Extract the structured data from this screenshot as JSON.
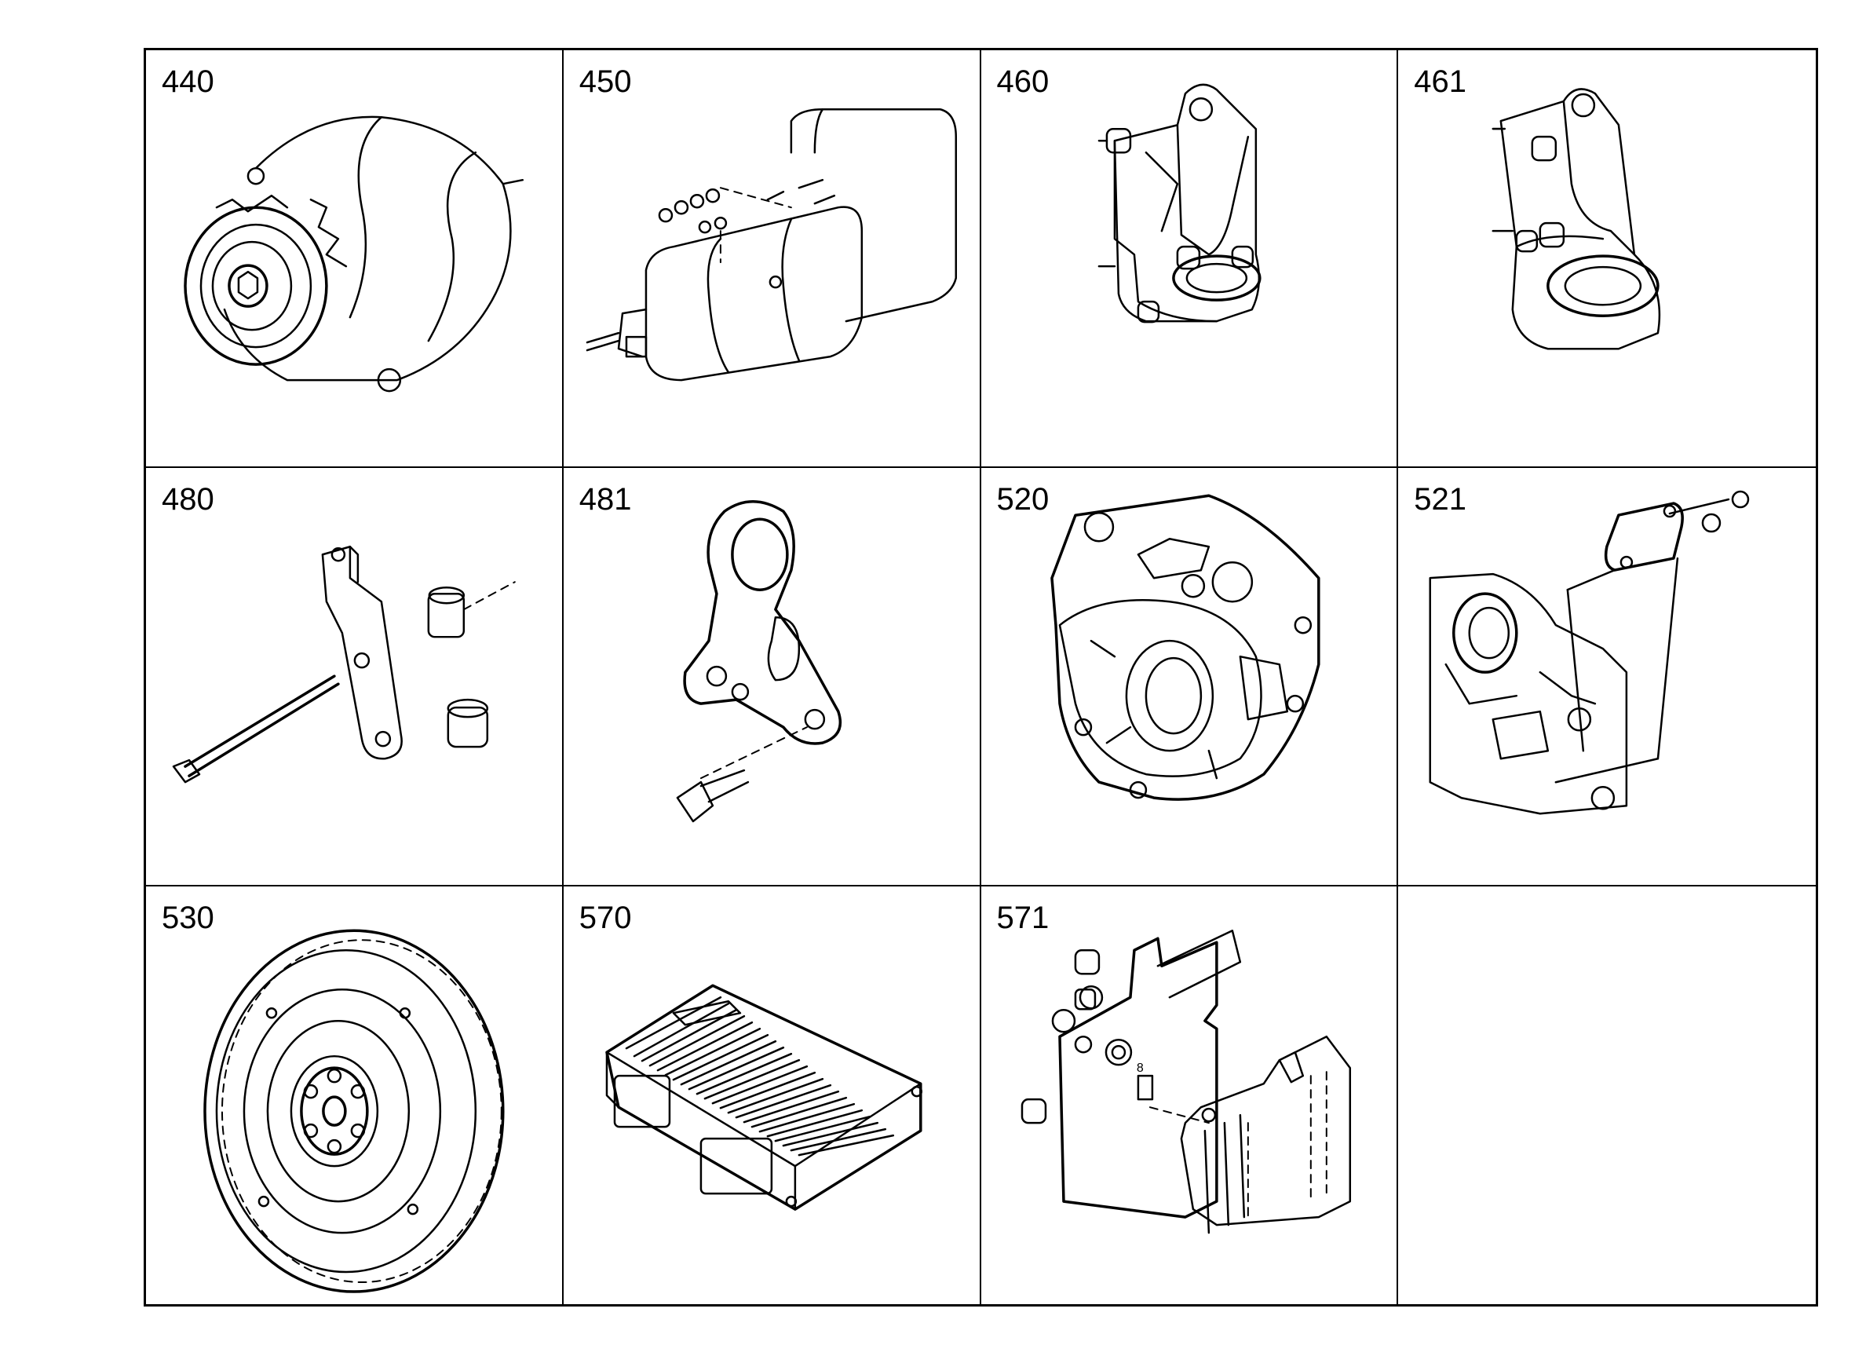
{
  "cells": [
    {
      "number": "440",
      "icon": "alternator-icon"
    },
    {
      "number": "450",
      "icon": "starter-motor-icon"
    },
    {
      "number": "460",
      "icon": "mounting-bracket-icon"
    },
    {
      "number": "461",
      "icon": "mounting-bracket-icon"
    },
    {
      "number": "480",
      "icon": "bracket-bolt-spacers-icon"
    },
    {
      "number": "481",
      "icon": "lifting-eye-icon"
    },
    {
      "number": "520",
      "icon": "flywheel-housing-icon"
    },
    {
      "number": "521",
      "icon": "cover-plate-icon"
    },
    {
      "number": "530",
      "icon": "flywheel-icon"
    },
    {
      "number": "570",
      "icon": "control-unit-icon"
    },
    {
      "number": "571",
      "icon": "control-unit-bracket-icon"
    },
    {
      "number": "",
      "icon": ""
    }
  ]
}
